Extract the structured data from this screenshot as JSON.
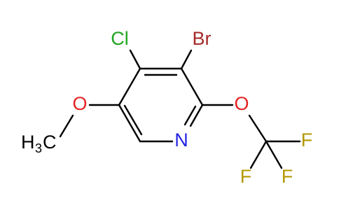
{
  "molecule": {
    "atoms": {
      "cl": {
        "text": "Cl",
        "color": "#1fa51f"
      },
      "br": {
        "text": "Br",
        "color": "#a52a2a"
      },
      "n": {
        "text": "N",
        "color": "#2323e6"
      },
      "o_left": {
        "text": "O",
        "color": "#e62323"
      },
      "o_right": {
        "text": "O",
        "color": "#e62323"
      },
      "f1": {
        "text": "F",
        "color": "#b39900"
      },
      "f2": {
        "text": "F",
        "color": "#b39900"
      },
      "f3": {
        "text": "F",
        "color": "#b39900"
      },
      "methyl": {
        "h": "H",
        "sub": "3",
        "c": "C",
        "color": "#000000"
      }
    }
  }
}
